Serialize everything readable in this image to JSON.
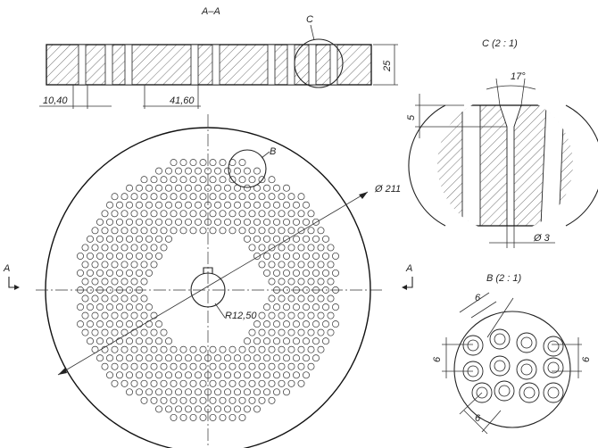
{
  "section_title": "A–A",
  "detail_c": {
    "callout": "C",
    "title": "C (2 : 1)",
    "angle": "17°",
    "depth": "5",
    "hole_dia": "Ø 3"
  },
  "detail_b": {
    "callout": "B",
    "title": "B (2 : 1)",
    "dim_top": "6",
    "dim_left": "6",
    "dim_right": "6",
    "dim_bottom": "6"
  },
  "section_dims": {
    "left_offset": "10,40",
    "mid_offset": "41,60",
    "thickness": "25"
  },
  "plate": {
    "diameter": "Ø 211",
    "bore_radius": "R12,50",
    "section_mark": "A"
  }
}
